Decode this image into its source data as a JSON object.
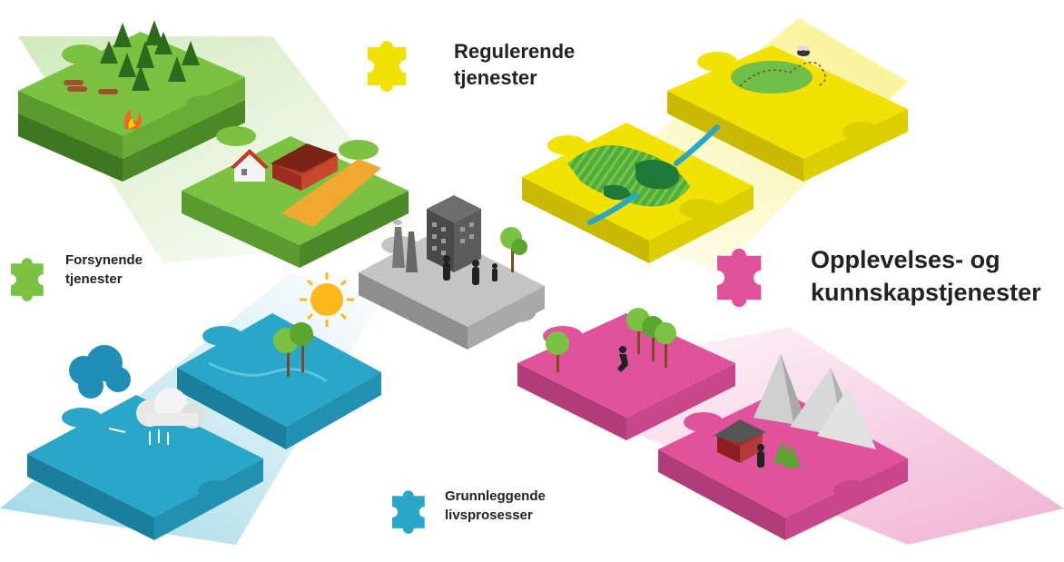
{
  "labels": {
    "regulating": {
      "line1": "Regulerende",
      "line2": "tjenester"
    },
    "provisioning": {
      "line1": "Forsynende",
      "line2": "tjenester"
    },
    "cultural": {
      "line1": "Opplevelses- og",
      "line2": "kunnskapstjenester"
    },
    "supporting": {
      "line1": "Grunnleggende",
      "line2": "livsprosesser"
    }
  },
  "colors": {
    "provisioning": "#7cc242",
    "regulating": "#f2e200",
    "cultural": "#e0529c",
    "supporting": "#2aa6c8",
    "core": "#c4c4c4"
  },
  "icons": [
    "puzzle-piece-icon",
    "tree-icon",
    "house-icon",
    "barn-icon",
    "campfire-icon",
    "sun-icon",
    "cloud-icon",
    "mountain-icon",
    "factory-icon",
    "building-icon",
    "person-icon",
    "bee-icon"
  ]
}
